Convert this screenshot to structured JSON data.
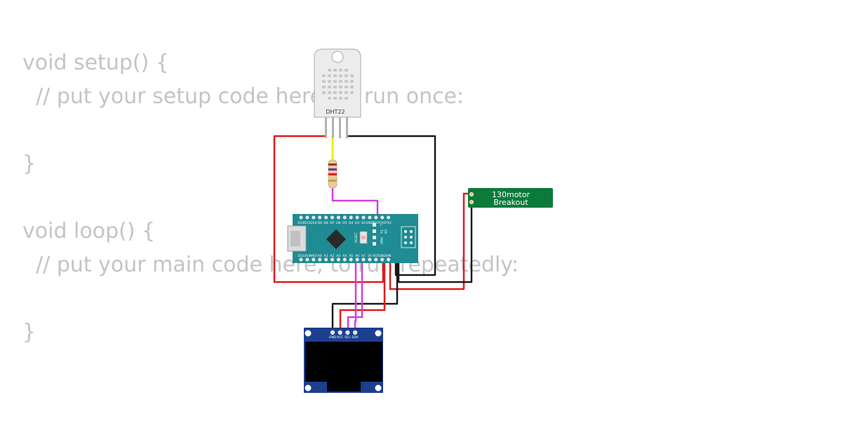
{
  "code_lines": [
    "void setup() {",
    "  // put your setup code here, to run once:",
    "",
    "}",
    "",
    "void loop() {",
    "  // put your main code here, to run repeatedly:",
    "",
    "}"
  ],
  "dht22": {
    "label": "DHT22"
  },
  "motor_breakout": {
    "line1": "130motor",
    "line2": "Breakout"
  },
  "oled": {
    "pins": [
      "GND",
      "VCC",
      "SCL",
      "SDA"
    ]
  },
  "nano": {
    "top_pins": [
      "D12",
      "D11",
      "D10",
      "D9",
      "D8",
      "D7",
      "D6",
      "D5",
      "D4",
      "D3",
      "D2",
      "GND",
      "RST",
      "RX0",
      "TX1"
    ],
    "bottom_pins": [
      "D13",
      "3V3",
      "AREF",
      "A0",
      "A1",
      "A2",
      "A3",
      "A4",
      "A5",
      "A6",
      "A7",
      "5V",
      "RST",
      "GND",
      "VIN"
    ],
    "reset_label": "RESET",
    "led_labels": [
      "L",
      "TX",
      "RX",
      "PWR"
    ]
  },
  "colors": {
    "wire_red": "#e01b1b",
    "wire_black": "#1a1a1a",
    "wire_yellow": "#f4e400",
    "wire_magenta": "#d63ce0",
    "board_teal": "#1f8b92",
    "breakout_green": "#0b7a3b",
    "oled_blue": "#1c3f8e"
  }
}
